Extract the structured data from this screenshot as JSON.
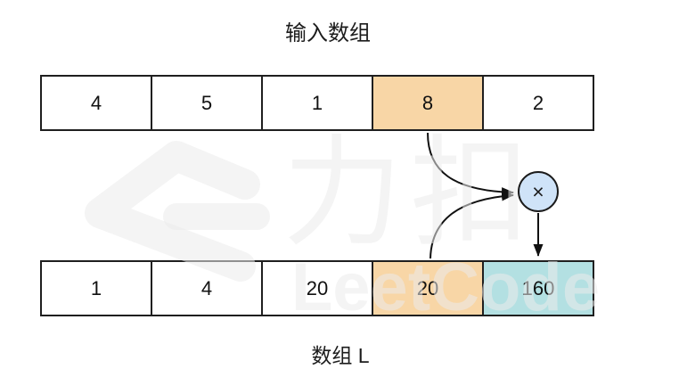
{
  "title": "输入数组",
  "footer_label": "数组 L",
  "operator": {
    "symbol": "×"
  },
  "arrays": {
    "input": {
      "name": "输入数组",
      "cells": [
        {
          "value": "4",
          "highlight": "none"
        },
        {
          "value": "5",
          "highlight": "none"
        },
        {
          "value": "1",
          "highlight": "none"
        },
        {
          "value": "8",
          "highlight": "orange"
        },
        {
          "value": "2",
          "highlight": "none"
        }
      ]
    },
    "l": {
      "name": "数组 L",
      "cells": [
        {
          "value": "1",
          "highlight": "none"
        },
        {
          "value": "4",
          "highlight": "none"
        },
        {
          "value": "20",
          "highlight": "none"
        },
        {
          "value": "20",
          "highlight": "orange"
        },
        {
          "value": "160",
          "highlight": "teal"
        }
      ]
    }
  },
  "relations": {
    "multiply_inputs": [
      "8",
      "20"
    ],
    "multiply_result": "160"
  },
  "colors": {
    "highlight_orange": "#f8d6a6",
    "highlight_teal": "#b3e0e2",
    "operator_circle_fill": "#cfe3f8",
    "border": "#1f1f1f",
    "arrow": "#111111"
  },
  "watermark": {
    "logo_text": "力扣",
    "brand_text": "LeetCode"
  }
}
